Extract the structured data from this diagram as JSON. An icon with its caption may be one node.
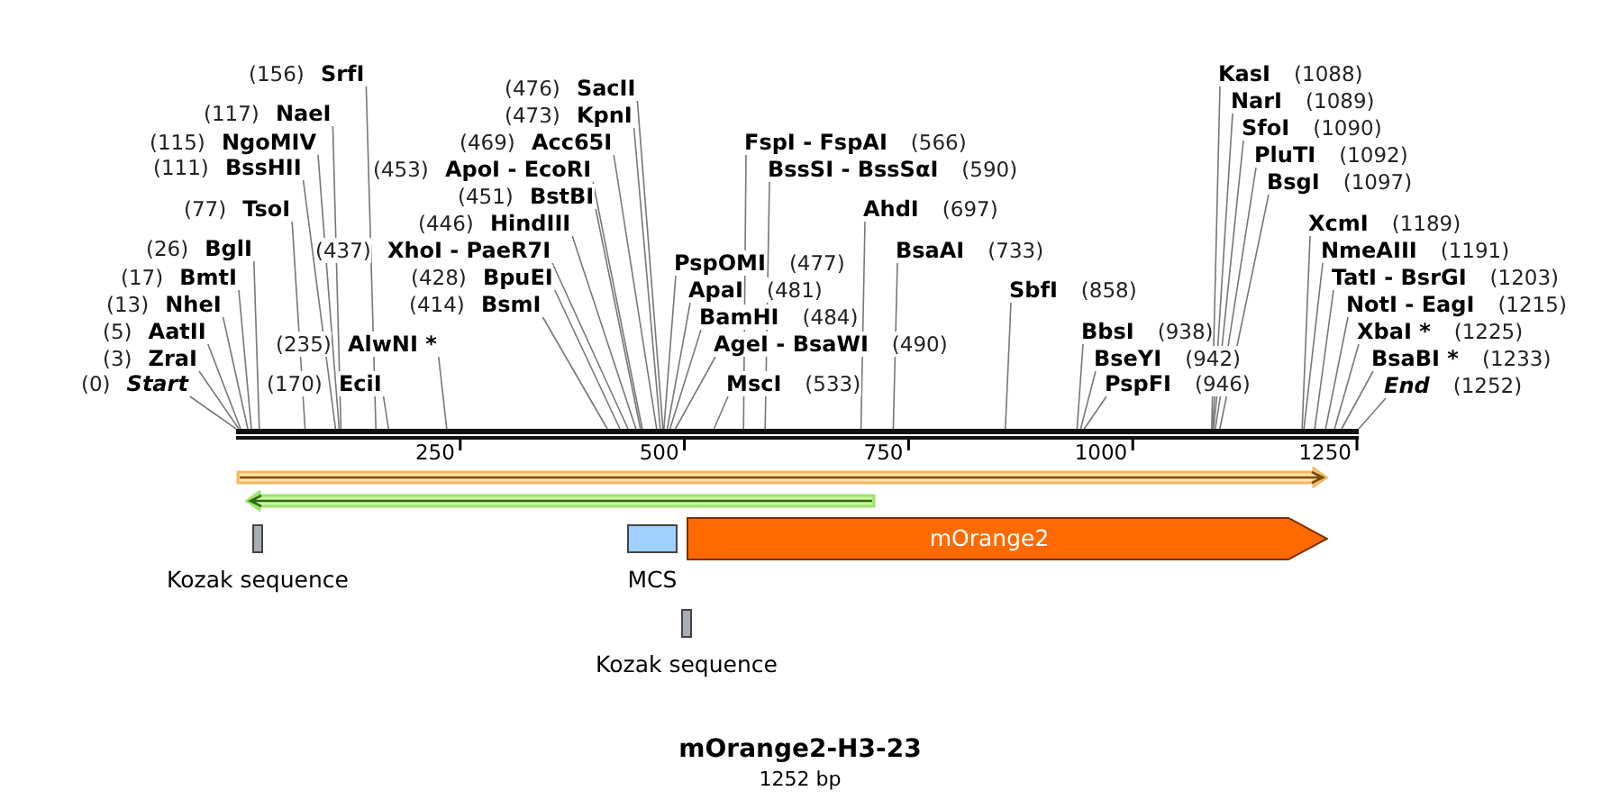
{
  "diagram": {
    "title": "mOrange2-H3-23",
    "caption": "1252 bp",
    "nodes": [
      {
        "text": [],
        "shape": "bar"
      },
      {
        "text": [
          "(0)",
          "Start"
        ]
      },
      {
        "text": [
          "(3)",
          "ZraI"
        ]
      },
      {
        "text": [
          "(5)",
          "AatII"
        ]
      },
      {
        "text": [
          "(13)",
          "NheI"
        ]
      },
      {
        "text": [
          "(17)",
          "BmtI"
        ]
      },
      {
        "text": [
          "(26)",
          "BglI"
        ]
      },
      {
        "text": [
          "(77)",
          "TsoI"
        ]
      },
      {
        "text": [
          "(111)",
          "BssHII"
        ]
      },
      {
        "text": [
          "(115)",
          "NgoMIV"
        ]
      },
      {
        "text": [
          "(117)",
          "NaeI"
        ]
      },
      {
        "text": [
          "(156)",
          "SrfI"
        ]
      },
      {
        "text": [
          "(170)",
          "EciI"
        ]
      },
      {
        "text": [
          "(235)",
          "AlwNI *"
        ]
      },
      {
        "text": [
          "(414)",
          "BsmI"
        ]
      },
      {
        "text": [
          "(428)",
          "BpuEI"
        ]
      },
      {
        "text": [
          "(437)",
          "XhoI - PaeR7I"
        ]
      },
      {
        "text": [
          "(446)",
          "HindIII"
        ]
      },
      {
        "text": [
          "(451)",
          "BstBI"
        ]
      },
      {
        "text": [
          "(453)",
          "ApoI - EcoRI"
        ]
      },
      {
        "text": [
          "(469)",
          "Acc65I"
        ]
      },
      {
        "text": [
          "(473)",
          "KpnI"
        ]
      },
      {
        "text": [
          "(476)",
          "SacII"
        ]
      },
      {
        "text": [
          "PspOMI",
          "(477)"
        ]
      },
      {
        "text": [
          "ApaI",
          "(481)"
        ]
      },
      {
        "text": [
          "BamHI",
          "(484)"
        ]
      },
      {
        "text": [
          "AgeI - BsaWI",
          "(490)"
        ]
      },
      {
        "text": [
          "MscI",
          "(533)"
        ]
      },
      {
        "text": [
          "FspI - FspAI",
          "(566)"
        ]
      },
      {
        "text": [
          "BssSI - BssSαI",
          "(590)"
        ]
      },
      {
        "text": [
          "AhdI",
          "(697)"
        ]
      },
      {
        "text": [
          "BsaAI",
          "(733)"
        ]
      },
      {
        "text": [
          "SbfI",
          "(858)"
        ]
      },
      {
        "text": [
          "BbsI",
          "(938)"
        ]
      },
      {
        "text": [
          "BseYI",
          "(942)"
        ]
      },
      {
        "text": [
          "PspFI",
          "(946)"
        ]
      },
      {
        "text": [
          "KasI",
          "(1088)"
        ]
      },
      {
        "text": [
          "NarI",
          "(1089)"
        ]
      },
      {
        "text": [
          "SfoI",
          "(1090)"
        ]
      },
      {
        "text": [
          "PluTI",
          "(1092)"
        ]
      },
      {
        "text": [
          "BsgI",
          "(1097)"
        ]
      },
      {
        "text": [
          "XcmI",
          "(1189)"
        ]
      },
      {
        "text": [
          "NmeAIII",
          "(1191)"
        ]
      },
      {
        "text": [
          "TatI - BsrGI",
          "(1203)"
        ]
      },
      {
        "text": [
          "NotI - EagI",
          "(1215)"
        ]
      },
      {
        "text": [
          "XbaI *",
          "(1225)"
        ]
      },
      {
        "text": [
          "BsaBI *",
          "(1233)"
        ]
      },
      {
        "text": [
          "End",
          "(1252)"
        ]
      },
      {
        "text": [],
        "shape": "arrow"
      },
      {
        "text": [],
        "shape": "arrow"
      },
      {
        "text": [
          "Kozak sequence"
        ]
      },
      {
        "text": [
          "MCS"
        ]
      },
      {
        "text": [
          "mOrange2"
        ]
      },
      {
        "text": [
          "Kozak sequence"
        ]
      }
    ],
    "edges": [
      {
        "from": 1,
        "to": 0,
        "arrow": "none"
      },
      {
        "from": 2,
        "to": 0,
        "arrow": "none"
      },
      {
        "from": 3,
        "to": 0,
        "arrow": "none"
      },
      {
        "from": 4,
        "to": 0,
        "arrow": "none"
      },
      {
        "from": 5,
        "to": 0,
        "arrow": "none"
      },
      {
        "from": 6,
        "to": 0,
        "arrow": "none"
      },
      {
        "from": 7,
        "to": 0,
        "arrow": "none"
      },
      {
        "from": 8,
        "to": 0,
        "arrow": "none"
      },
      {
        "from": 9,
        "to": 0,
        "arrow": "none"
      },
      {
        "from": 10,
        "to": 0,
        "arrow": "none"
      },
      {
        "from": 11,
        "to": 0,
        "arrow": "none"
      },
      {
        "from": 12,
        "to": 0,
        "arrow": "none"
      },
      {
        "from": 13,
        "to": 0,
        "arrow": "none"
      },
      {
        "from": 14,
        "to": 0,
        "arrow": "none"
      },
      {
        "from": 15,
        "to": 0,
        "arrow": "none"
      },
      {
        "from": 16,
        "to": 0,
        "arrow": "none"
      },
      {
        "from": 17,
        "to": 0,
        "arrow": "none"
      },
      {
        "from": 18,
        "to": 0,
        "arrow": "none"
      },
      {
        "from": 19,
        "to": 0,
        "arrow": "none"
      },
      {
        "from": 20,
        "to": 0,
        "arrow": "none"
      },
      {
        "from": 21,
        "to": 0,
        "arrow": "none"
      },
      {
        "from": 22,
        "to": 0,
        "arrow": "none"
      },
      {
        "from": 23,
        "to": 0,
        "arrow": "none"
      },
      {
        "from": 24,
        "to": 0,
        "arrow": "none"
      },
      {
        "from": 25,
        "to": 0,
        "arrow": "none"
      },
      {
        "from": 26,
        "to": 0,
        "arrow": "none"
      },
      {
        "from": 27,
        "to": 0,
        "arrow": "none"
      },
      {
        "from": 28,
        "to": 0,
        "arrow": "none"
      },
      {
        "from": 29,
        "to": 0,
        "arrow": "none"
      },
      {
        "from": 30,
        "to": 0,
        "arrow": "none"
      },
      {
        "from": 31,
        "to": 0,
        "arrow": "none"
      },
      {
        "from": 32,
        "to": 0,
        "arrow": "none"
      },
      {
        "from": 33,
        "to": 0,
        "arrow": "none"
      },
      {
        "from": 34,
        "to": 0,
        "arrow": "none"
      },
      {
        "from": 35,
        "to": 0,
        "arrow": "none"
      },
      {
        "from": 36,
        "to": 0,
        "arrow": "none"
      },
      {
        "from": 37,
        "to": 0,
        "arrow": "none"
      },
      {
        "from": 38,
        "to": 0,
        "arrow": "none"
      },
      {
        "from": 39,
        "to": 0,
        "arrow": "none"
      },
      {
        "from": 40,
        "to": 0,
        "arrow": "none"
      },
      {
        "from": 41,
        "to": 0,
        "arrow": "none"
      },
      {
        "from": 42,
        "to": 0,
        "arrow": "none"
      },
      {
        "from": 43,
        "to": 0,
        "arrow": "none"
      },
      {
        "from": 44,
        "to": 0,
        "arrow": "none"
      },
      {
        "from": 45,
        "to": 0,
        "arrow": "none"
      },
      {
        "from": 46,
        "to": 0,
        "arrow": "none"
      },
      {
        "from": 47,
        "to": 0,
        "arrow": "none"
      }
    ],
    "labels": [
      "250",
      "500",
      "750",
      "1000",
      "1250"
    ]
  }
}
